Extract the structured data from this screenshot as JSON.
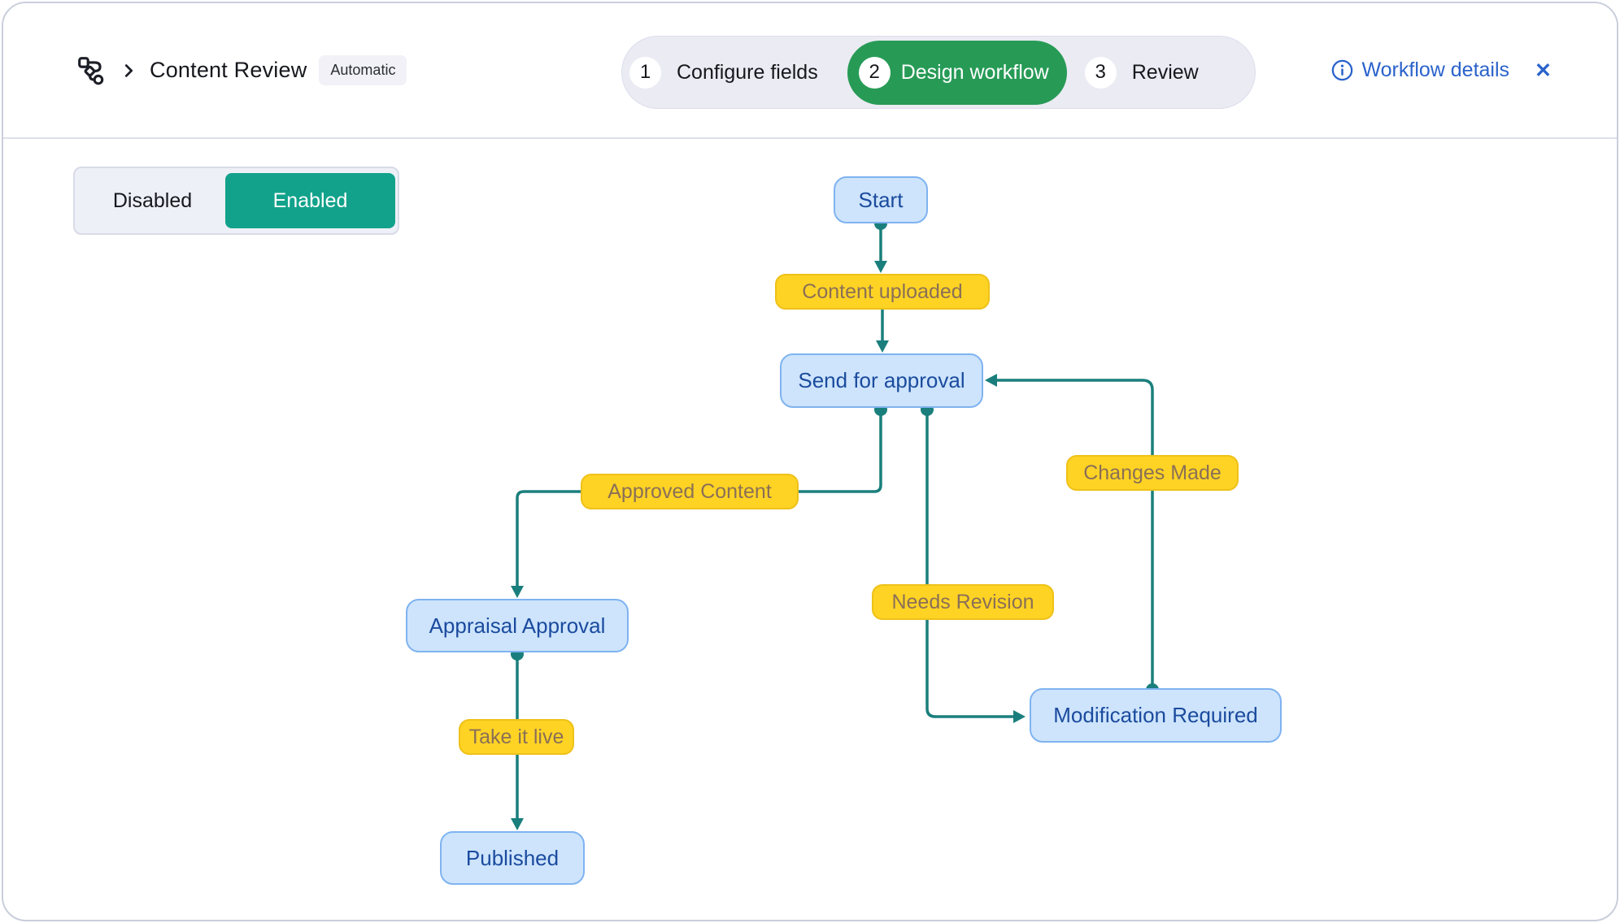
{
  "header": {
    "app_icon": "workflow-icon",
    "breadcrumb_title": "Content Review",
    "mode_badge": "Automatic",
    "steps": [
      {
        "num": "1",
        "label": "Configure fields"
      },
      {
        "num": "2",
        "label": "Design workflow"
      },
      {
        "num": "3",
        "label": "Review"
      }
    ],
    "active_step": "2",
    "workflow_details": "Workflow details",
    "close_label": "✕"
  },
  "state_toggle": {
    "disabled_label": "Disabled",
    "enabled_label": "Enabled",
    "selected": "Enabled"
  },
  "diagram": {
    "nodes": [
      {
        "id": "start",
        "label": "Start"
      },
      {
        "id": "send-for-approval",
        "label": "Send for approval"
      },
      {
        "id": "appraisal-approval",
        "label": "Appraisal Approval"
      },
      {
        "id": "published",
        "label": "Published"
      },
      {
        "id": "modification-required",
        "label": "Modification Required"
      }
    ],
    "edge_labels": [
      {
        "id": "content-uploaded",
        "label": "Content uploaded"
      },
      {
        "id": "approved-content",
        "label": "Approved Content"
      },
      {
        "id": "needs-revision",
        "label": "Needs Revision"
      },
      {
        "id": "changes-made",
        "label": "Changes Made"
      },
      {
        "id": "take-it-live",
        "label": "Take it live"
      }
    ],
    "edges": [
      {
        "from": "start",
        "to": "send-for-approval",
        "label": "Content uploaded"
      },
      {
        "from": "send-for-approval",
        "to": "appraisal-approval",
        "label": "Approved Content"
      },
      {
        "from": "send-for-approval",
        "to": "modification-required",
        "label": "Needs Revision"
      },
      {
        "from": "modification-required",
        "to": "send-for-approval",
        "label": "Changes Made"
      },
      {
        "from": "appraisal-approval",
        "to": "published",
        "label": "Take it live"
      }
    ]
  },
  "colors": {
    "step_active_green": "#279B56",
    "enabled_teal": "#12A28B",
    "edge_teal": "#1A7F7C",
    "node_fill": "#CDE4FC",
    "node_border": "#7FB3F0",
    "node_text": "#1B4B9E",
    "label_fill": "#FFD324",
    "label_border": "#EEC119",
    "label_text": "#8A7056",
    "link_blue": "#2B63CB"
  }
}
